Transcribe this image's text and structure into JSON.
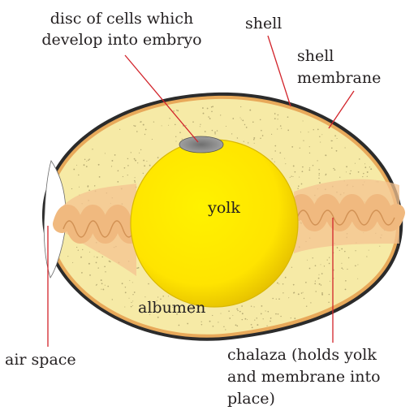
{
  "labels": {
    "disc_line1": "disc of cells which",
    "disc_line2": "develop into embryo",
    "shell": "shell",
    "membrane_line1": "shell",
    "membrane_line2": "membrane",
    "yolk": "yolk",
    "albumen": "albumen",
    "air_space": "air space",
    "chalaza_line1": "chalaza  (holds yolk",
    "chalaza_line2": "and  membrane into",
    "chalaza_line3": "place)"
  },
  "colors": {
    "shell_outline": "#2b2b2b",
    "membrane": "#e8a95a",
    "albumen": "#f6eaa6",
    "albumen_dots": "#b7ab74",
    "yolk": "#ffe600",
    "yolk_edge": "#d9b800",
    "chalaza": "#f0b97f",
    "disc": "#8a8a8a",
    "air_space": "#ffffff",
    "pointer_line": "#d2232a"
  }
}
